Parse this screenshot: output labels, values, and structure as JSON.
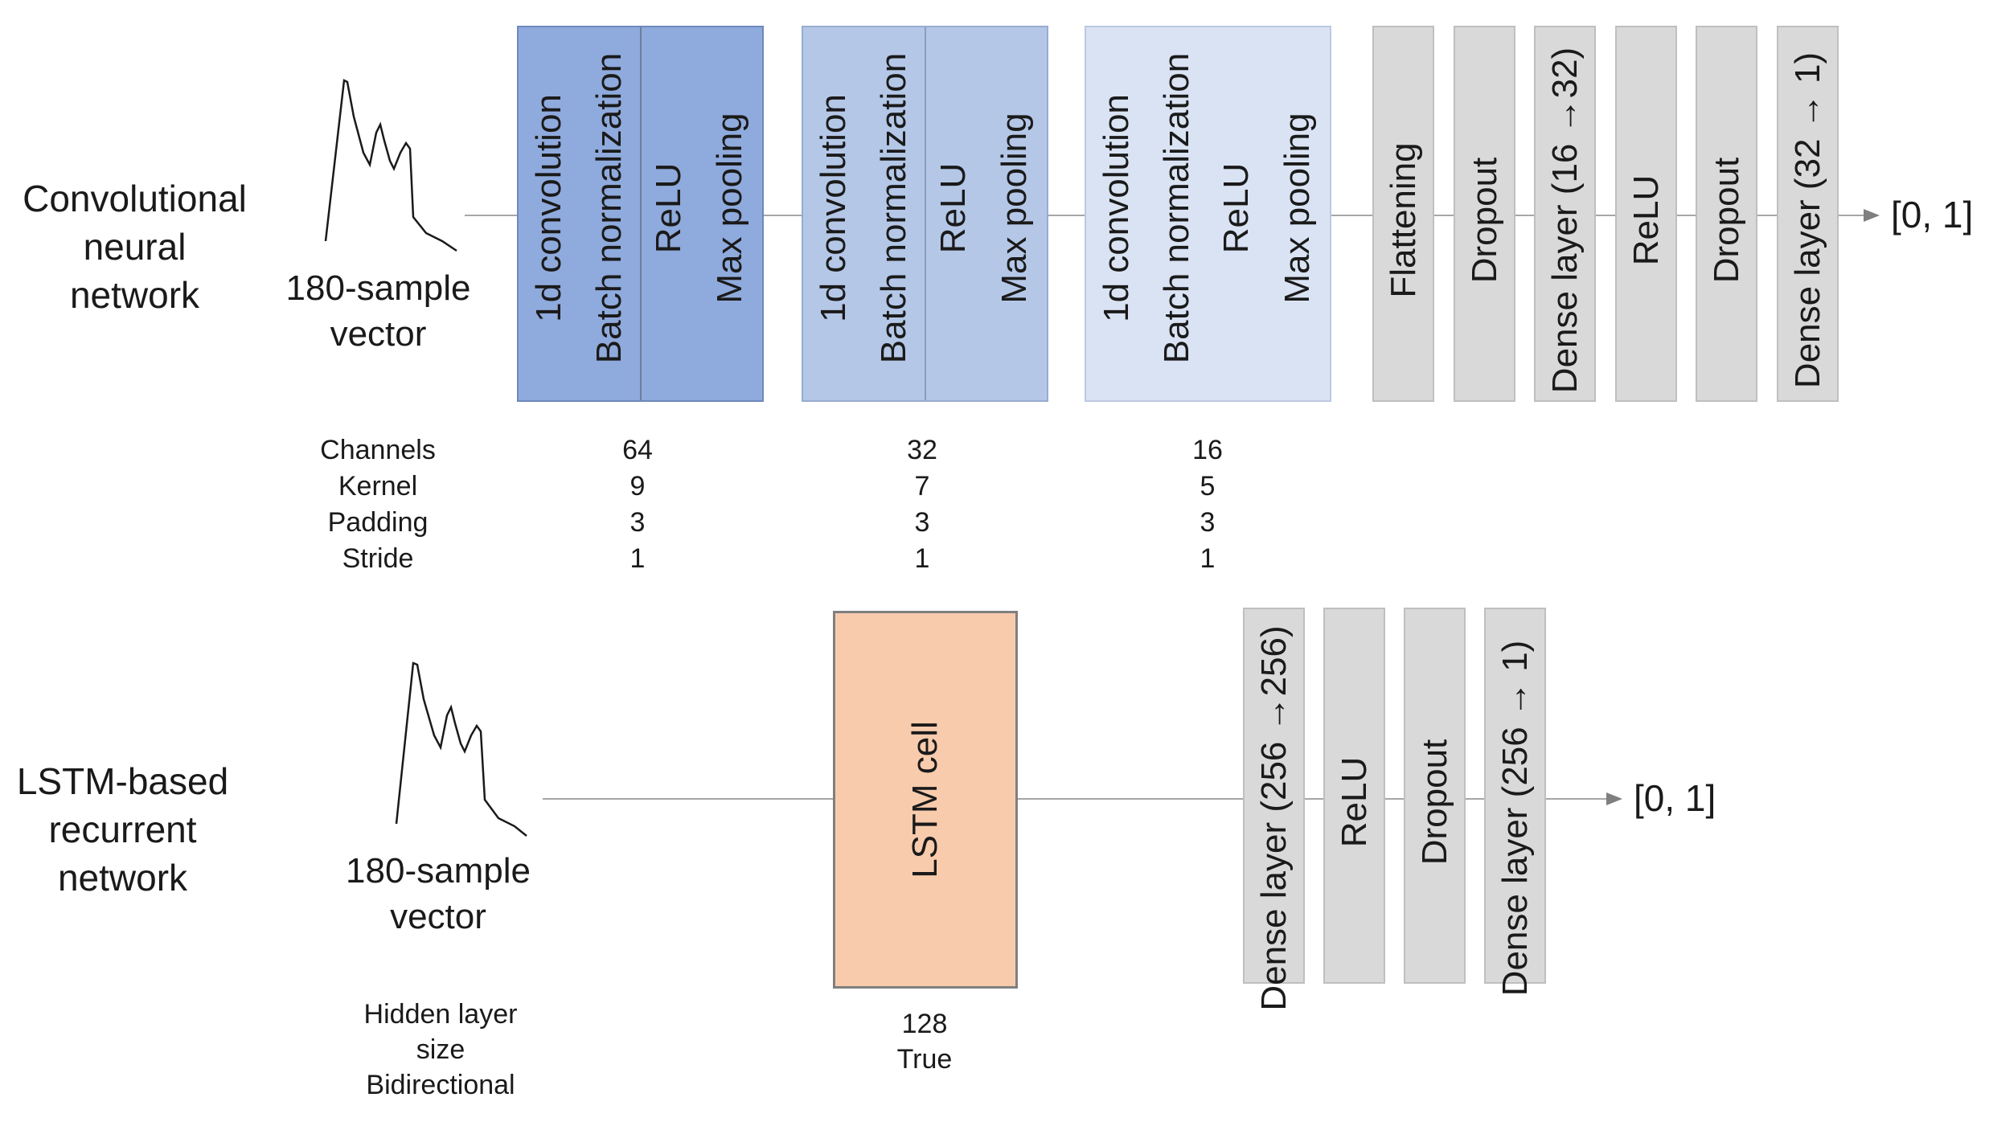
{
  "cnn": {
    "title_lines": [
      "Convolutional",
      "neural",
      "network"
    ],
    "input_lines": [
      "180-sample",
      "vector"
    ],
    "blocks": [
      [
        "1d convolution",
        "Batch normalization",
        "ReLU",
        "Max pooling"
      ],
      [
        "1d convolution",
        "Batch normalization",
        "ReLU",
        "Max pooling"
      ],
      [
        "1d convolution",
        "Batch normalization",
        "ReLU",
        "Max pooling"
      ]
    ],
    "dense_layers": [
      "Flattening",
      "Dropout",
      "Dense layer (16 →32)",
      "ReLU",
      "Dropout",
      "Dense layer (32 → 1)"
    ],
    "output": "[0, 1]",
    "param_labels": [
      "Channels",
      "Kernel",
      "Padding",
      "Stride"
    ],
    "param_values": [
      [
        "64",
        "9",
        "3",
        "1"
      ],
      [
        "32",
        "7",
        "3",
        "1"
      ],
      [
        "16",
        "5",
        "3",
        "1"
      ]
    ]
  },
  "lstm": {
    "title_lines": [
      "LSTM-based",
      "recurrent",
      "network"
    ],
    "input_lines": [
      "180-sample",
      "vector"
    ],
    "cell_label": "LSTM cell",
    "dense_layers": [
      "Dense layer (256 →256)",
      "ReLU",
      "Dropout",
      "Dense layer (256 → 1)"
    ],
    "output": "[0, 1]",
    "param_labels": [
      "Hidden layer",
      "size",
      "Bidirectional"
    ],
    "param_values": [
      "128",
      "True"
    ]
  },
  "colors": {
    "cnn_block_1": "#8faadc",
    "cnn_block_2": "#b4c7e7",
    "cnn_block_3": "#dae3f3",
    "dense": "#d9d9d9",
    "lstm_cell": "#f8cbad",
    "line": "#a6a6a6"
  }
}
